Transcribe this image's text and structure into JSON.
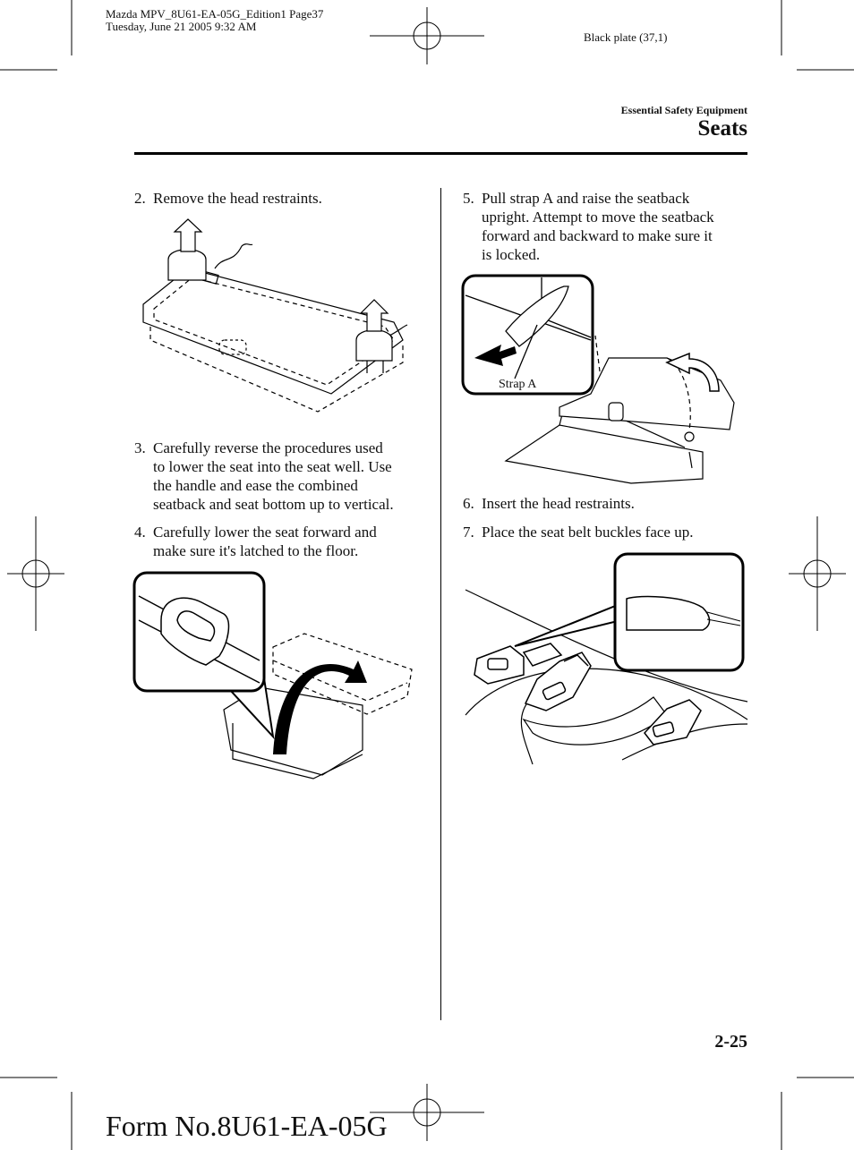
{
  "header": {
    "meta_line1": "Mazda MPV_8U61-EA-05G_Edition1 Page37",
    "meta_line2": "Tuesday, June 21 2005 9:32 AM",
    "plate": "Black plate (37,1)",
    "section": "Essential Safety Equipment",
    "title": "Seats"
  },
  "left_column": {
    "steps": [
      {
        "num": "2.",
        "lines": [
          "Remove the head restraints."
        ]
      },
      {
        "num": "3.",
        "lines": [
          "Carefully reverse the procedures used",
          "to lower the seat into the seat well. Use",
          "the handle and ease the combined",
          "seatback and seat bottom up to vertical."
        ]
      },
      {
        "num": "4.",
        "lines": [
          "Carefully lower the seat forward and",
          "make sure it's latched to the floor."
        ]
      }
    ]
  },
  "right_column": {
    "steps": [
      {
        "num": "5.",
        "lines": [
          "Pull strap A and raise the seatback",
          "upright. Attempt to move the seatback",
          "forward and backward to make sure it",
          "is locked."
        ]
      },
      {
        "num": "6.",
        "lines": [
          "Insert the head restraints."
        ]
      },
      {
        "num": "7.",
        "lines": [
          "Place the seat belt buckles face up."
        ]
      }
    ],
    "figure_label": "Strap A"
  },
  "footer": {
    "page_number": "2-25",
    "form_number": "Form No.8U61-EA-05G"
  }
}
